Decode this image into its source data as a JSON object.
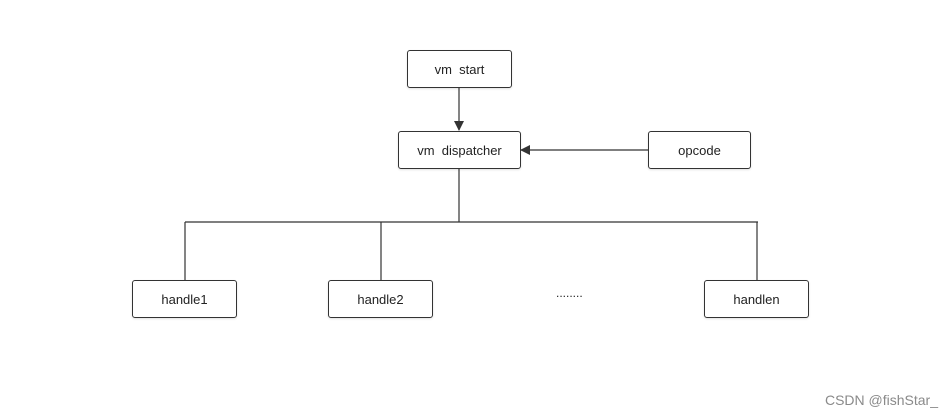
{
  "diagram": {
    "nodes": {
      "vm_start": "vm  start",
      "vm_dispatcher": "vm  dispatcher",
      "opcode": "opcode",
      "handle1": "handle1",
      "handle2": "handle2",
      "handlen": "handlen"
    },
    "ellipsis": "........",
    "line_color": "#333333"
  },
  "watermark": {
    "text": "CSDN @fishStar_"
  }
}
